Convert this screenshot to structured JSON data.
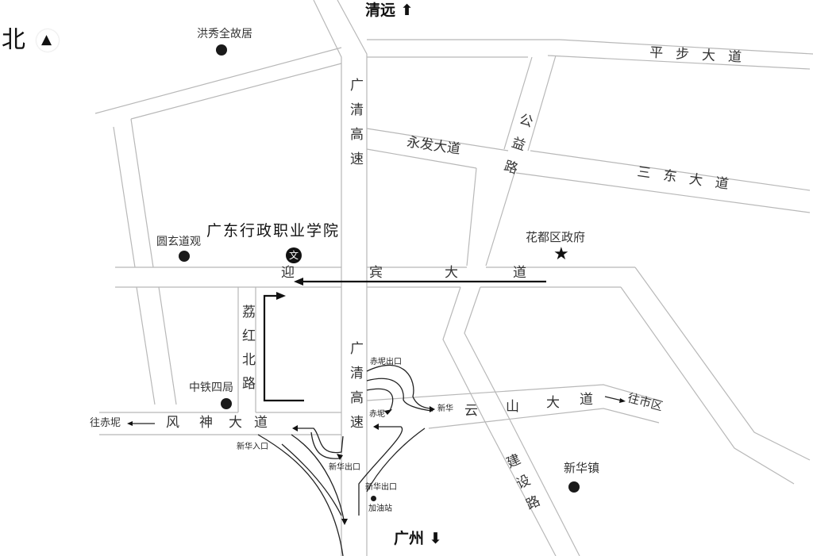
{
  "map": {
    "north_label": "北",
    "direction_north": "清远",
    "direction_south": "广州",
    "roads": {
      "guangqing_expressway_top": "广清高速",
      "guangqing_expressway_bottom": "广清高速",
      "pingbu": "平步大道",
      "yongfa": "永发大道",
      "gongyi": "公益路",
      "sandong": "三东大道",
      "yingbin": [
        "迎",
        "宾",
        "大",
        "道"
      ],
      "lihong_north": "荔红北路",
      "fengshen": [
        "风",
        "神",
        "大",
        "道"
      ],
      "yunshan": [
        "云",
        "山",
        "大",
        "道"
      ],
      "jianshe": "建设路"
    },
    "pois": {
      "hongxiuquan": "洪秀全故居",
      "yuanxuan": "圆玄道观",
      "college": "广东行政职业学院",
      "college_badge": "文",
      "district_gov": "花都区政府",
      "zhongtie": "中铁四局",
      "xinhua_town": "新华镇",
      "gas_station": "加油站"
    },
    "ramps": {
      "chini_exit": "赤坭出口",
      "chini": "赤坭",
      "xinhua_east": "新华",
      "xinhua_entrance": "新华入口",
      "xinhua_exit_left": "新华出口",
      "xinhua_exit_right": "新华出口"
    },
    "destinations": {
      "to_chini": "往赤坭",
      "to_city": "往市区"
    },
    "icons": {
      "north": "▲",
      "star": "★",
      "up_arrow": "⬆",
      "down_arrow": "⬇"
    }
  }
}
